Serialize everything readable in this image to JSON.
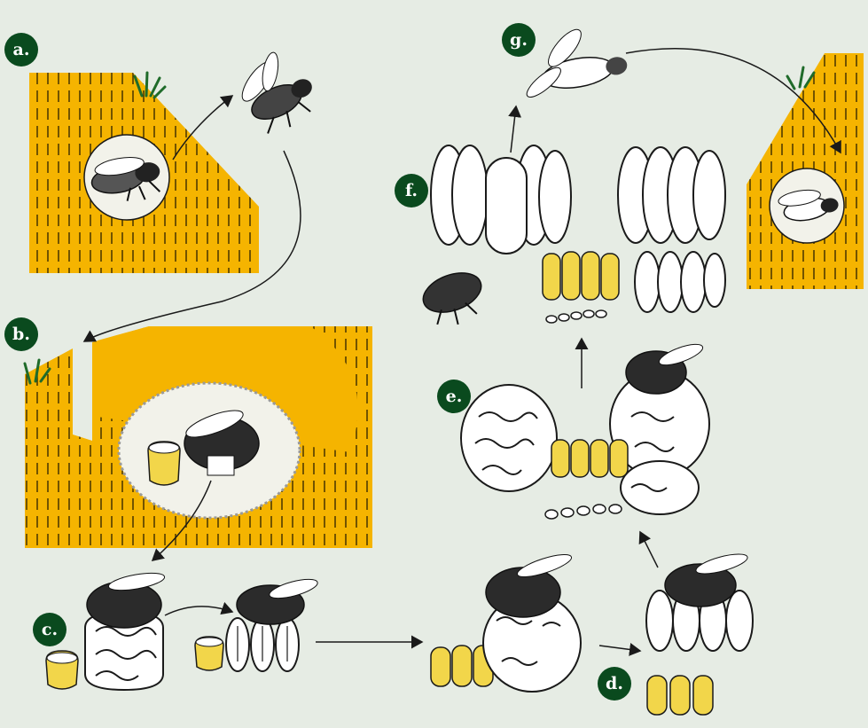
{
  "colors": {
    "background": "#e6ece4",
    "soil": "#f5b400",
    "badge": "#0a4a1e",
    "grass": "#1f6b2a",
    "honey": "#f2d64a",
    "ink": "#1a1a1a"
  },
  "labels": {
    "a": "a.",
    "b": "b.",
    "c": "c.",
    "d": "d.",
    "e": "e.",
    "f": "f.",
    "g": "g."
  },
  "icons": {
    "bee": "bee-icon",
    "queen": "queen-bee-icon",
    "grass": "grass-tuft-icon",
    "honey_pot": "honey-pot-icon",
    "cocoon": "cocoon-icon",
    "brood_clump": "brood-clump-icon",
    "egg": "egg-icon"
  }
}
